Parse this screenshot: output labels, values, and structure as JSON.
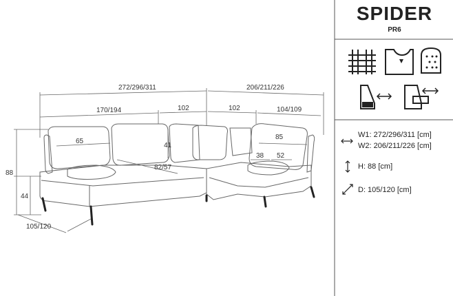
{
  "product": {
    "name": "SPIDER",
    "code": "PR6"
  },
  "dimensions": {
    "w1_total": "272/296/311",
    "w2_total": "206/211/226",
    "left_section": "170/194",
    "left_corner": "102",
    "right_corner": "102",
    "right_section": "104/109",
    "height": "88",
    "seat_height": "44",
    "depth": "105/120",
    "back_width": "65",
    "back_height": "41",
    "seat_depth": "82/57",
    "right_back_width": "85",
    "headrest_a": "38",
    "headrest_b": "52"
  },
  "specs": [
    {
      "icon": "width-arrows-icon",
      "lines": [
        "W1: 272/296/311 [cm]",
        "W2: 206/211/226 [cm]"
      ]
    },
    {
      "icon": "height-arrow-icon",
      "lines": [
        "H: 88 [cm]"
      ]
    },
    {
      "icon": "depth-arrow-icon",
      "lines": [
        "D: 105/120 [cm]"
      ]
    }
  ],
  "feature_icons": [
    "fabric-weave-icon",
    "fabric-shirt-icon",
    "quilted-cushion-icon",
    "adjustable-headrest-icon",
    "adjustable-seat-icon"
  ]
}
